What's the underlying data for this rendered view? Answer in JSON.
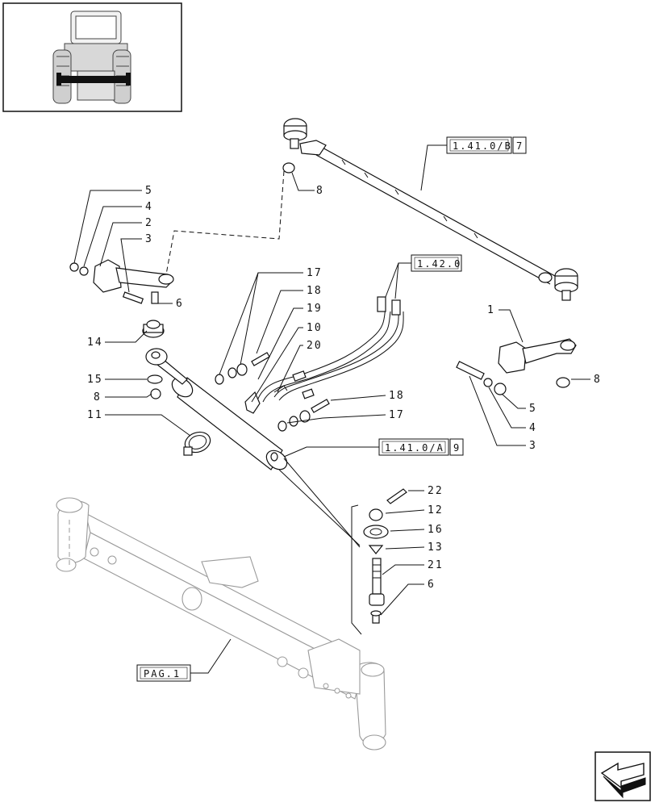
{
  "callouts": {
    "c1_left": "5",
    "c2_left": "4",
    "c3_left": "2",
    "c4_left": "3",
    "c_6_top": "6",
    "c_8_top": "8",
    "c_14": "14",
    "c_15": "15",
    "c_8_mid": "8",
    "c_11": "11",
    "c_17_top": "17",
    "c_18_top": "18",
    "c_19": "19",
    "c_10": "10",
    "c_20": "20",
    "c_18_bot": "18",
    "c_17_bot": "17",
    "c_1_right": "1",
    "c_8_right": "8",
    "c_5_right": "5",
    "c_4_right": "4",
    "c_3_right": "3",
    "c_22": "22",
    "c_12": "12",
    "c_16": "16",
    "c_13": "13",
    "c_21": "21",
    "c_6_bot": "6"
  },
  "references": {
    "ref_b": "1.41.0/B",
    "ref_b_num": "7",
    "ref_142": "1.42.0",
    "ref_a": "1.41.0/A",
    "ref_a_num": "9",
    "pag": "PAG.1"
  },
  "icons": {
    "thumbnail": "tractor-front-view-icon",
    "next": "next-page-arrow-icon"
  }
}
